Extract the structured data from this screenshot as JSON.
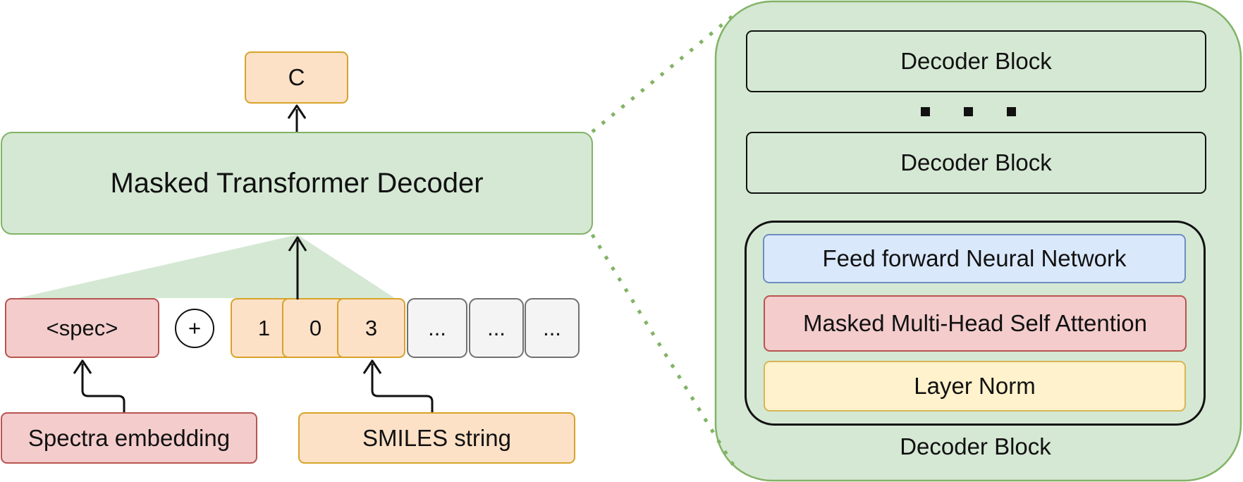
{
  "left": {
    "output_token": "C",
    "decoder_label": "Masked Transformer Decoder",
    "spec_token": "<spec>",
    "plus_symbol": "+",
    "smiles_tokens": [
      "1",
      "0",
      "3"
    ],
    "placeholder_tokens": [
      "...",
      "...",
      "..."
    ],
    "spectra_label": "Spectra embedding",
    "smiles_label": "SMILES string"
  },
  "right": {
    "decoder_blocks": [
      "Decoder Block",
      "Decoder Block"
    ],
    "detail": {
      "ffn": "Feed forward Neural Network",
      "attention": "Masked Multi-Head Self Attention",
      "norm": "Layer Norm",
      "caption": "Decoder Block"
    }
  },
  "colors": {
    "orange_fill": "#fde1c7",
    "orange_stroke": "#d7a32a",
    "green_fill": "#d5e8d4",
    "green_stroke": "#82b366",
    "red_fill": "#f4cccc",
    "red_stroke": "#b85450",
    "blue_fill": "#dae8fc",
    "blue_stroke": "#6c8ebf",
    "yellow_fill": "#fff2cc",
    "yellow_stroke": "#d6b656",
    "gray_fill": "#f4f4f4",
    "gray_stroke": "#707070"
  }
}
